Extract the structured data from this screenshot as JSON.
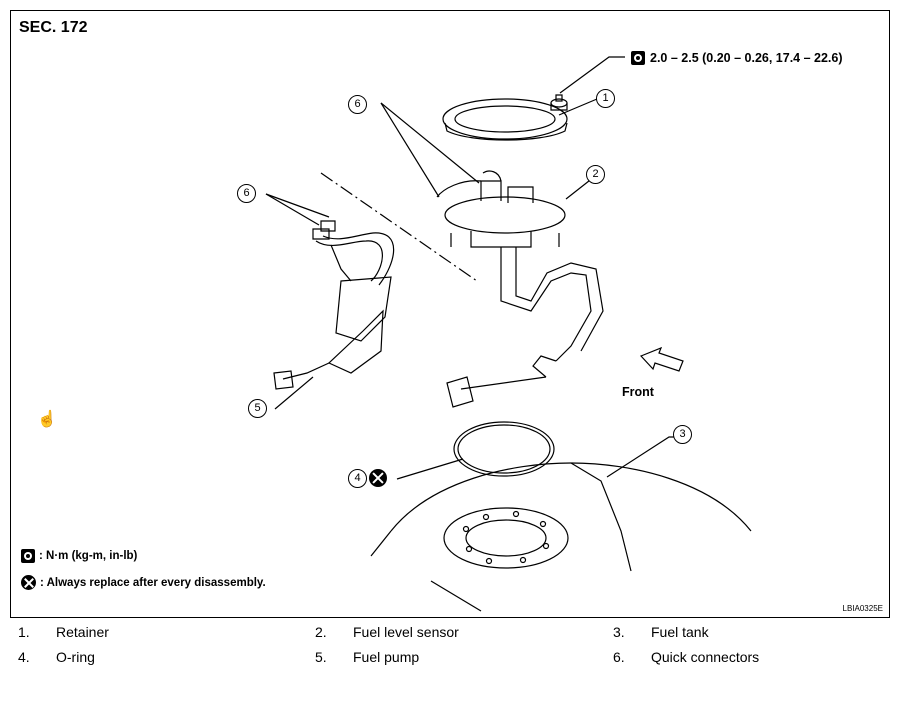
{
  "figure": {
    "section": "SEC. 172",
    "torque_spec": "2.0 – 2.5 (0.20 – 0.26, 17.4 – 22.6)",
    "front_label": "Front",
    "callouts": [
      "1",
      "2",
      "3",
      "4",
      "5",
      "6",
      "6"
    ],
    "legend": {
      "torque_unit": ": N·m (kg-m, in-lb)",
      "replace_note": ": Always replace after every disassembly."
    },
    "figure_code": "LBIA0325E",
    "icons": [
      "torque-wrench-icon",
      "replace-part-icon",
      "front-arrow-icon",
      "hand-cursor-icon"
    ]
  },
  "parts": [
    {
      "num": "1.",
      "name": "Retainer"
    },
    {
      "num": "2.",
      "name": "Fuel level sensor"
    },
    {
      "num": "3.",
      "name": "Fuel tank"
    },
    {
      "num": "4.",
      "name": "O-ring"
    },
    {
      "num": "5.",
      "name": "Fuel pump"
    },
    {
      "num": "6.",
      "name": "Quick connectors"
    }
  ]
}
